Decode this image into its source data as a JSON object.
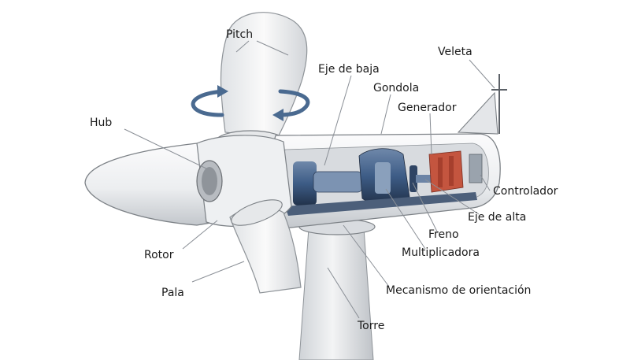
{
  "labels": {
    "pitch": "Pitch",
    "veleta": "Veleta",
    "eje_de_baja": "Eje de baja",
    "gondola": "Gondola",
    "generador": "Generador",
    "hub": "Hub",
    "controlador": "Controlador",
    "eje_de_alta": "Eje de alta",
    "freno": "Freno",
    "multiplicadora": "Multiplicadora",
    "rotor": "Rotor",
    "mecanismo_de_orientacion": "Mecanismo de orientación",
    "pala": "Pala",
    "torre": "Torre"
  },
  "colors": {
    "background": "#ffffff",
    "body_light": "#f4f5f6",
    "body_shade": "#c9ccd0",
    "outline": "#6b6f74",
    "machinery_blue": "#3d5c86",
    "machinery_dark": "#25354d",
    "generator_red": "#c4553f",
    "leader_line": "#8a8f96",
    "label_text": "#1a1a1a"
  }
}
